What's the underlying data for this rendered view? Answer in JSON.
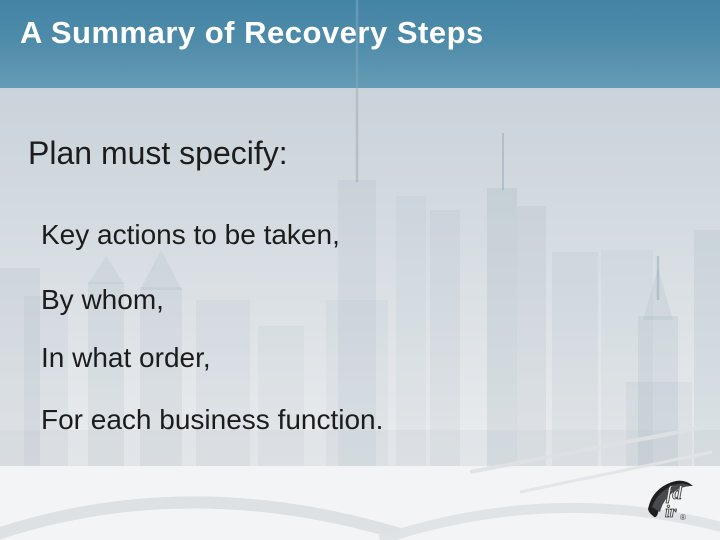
{
  "slide": {
    "title": "A Summary of Recovery Steps",
    "intro": "Plan must specify:",
    "points": [
      "Key actions to be taken,",
      "By whom,",
      "In what order,",
      "For each business function."
    ]
  },
  "logo": {
    "letters_top": "fd",
    "letters_bottom": "ir",
    "registered_mark": "®"
  },
  "colors": {
    "header_gradient_top": "#4484a5",
    "header_gradient_bottom": "#659bb4",
    "body_gradient_top": "#c3ced6",
    "body_gradient_bottom": "#eceeef",
    "footer_band": "#f3f4f5",
    "title_text": "#ffffff",
    "body_text": "#1c1c1c",
    "skyline_silhouette": "#8aa0ae"
  }
}
